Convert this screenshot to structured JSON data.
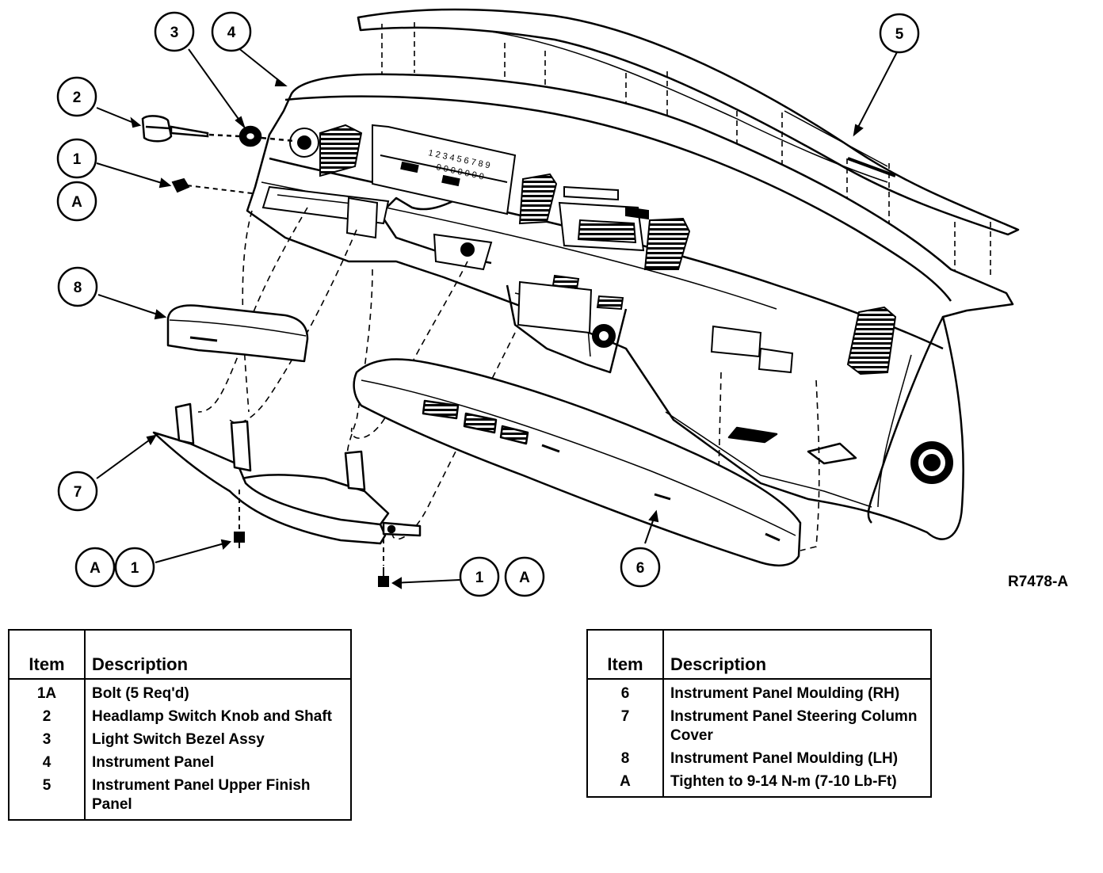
{
  "callouts": [
    "1",
    "2",
    "3",
    "4",
    "5",
    "6",
    "7",
    "8",
    "A"
  ],
  "figure_ref": "R7478-A",
  "legend_left": {
    "header_item": "Item",
    "header_desc": "Description",
    "rows": [
      {
        "item": "1A",
        "desc": "Bolt (5 Req'd)"
      },
      {
        "item": "2",
        "desc": "Headlamp Switch Knob and Shaft"
      },
      {
        "item": "3",
        "desc": "Light Switch Bezel Assy"
      },
      {
        "item": "4",
        "desc": "Instrument Panel"
      },
      {
        "item": "5",
        "desc": "Instrument Panel Upper Finish Panel"
      }
    ]
  },
  "legend_right": {
    "header_item": "Item",
    "header_desc": "Description",
    "rows": [
      {
        "item": "6",
        "desc": "Instrument Panel Moulding (RH)"
      },
      {
        "item": "7",
        "desc": "Instrument Panel Steering Column Cover"
      },
      {
        "item": "8",
        "desc": "Instrument Panel Moulding (LH)"
      },
      {
        "item": "A",
        "desc": "Tighten to 9-14 N-m (7-10 Lb-Ft)"
      }
    ]
  }
}
